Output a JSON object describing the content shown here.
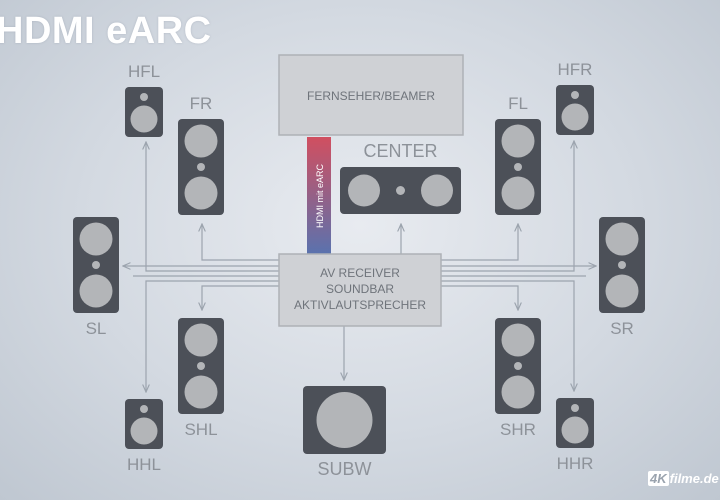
{
  "title": "HDMI eARC",
  "colors": {
    "speaker_fill": "#4c5058",
    "driver_fill": "#b3b5b8",
    "panel_fill": "#cfd1d5",
    "panel_stroke": "#aeb1b6",
    "label": "#8d9299",
    "line": "#9ca4ae",
    "cable_top": "#d14f60",
    "cable_bottom": "#5a72ae"
  },
  "tv": {
    "label": "FERNSEHER/BEAMER"
  },
  "cable": {
    "label": "HDMI mit eARC"
  },
  "receiver": {
    "lines": [
      "AV RECEIVER",
      "SOUNDBAR",
      "AKTIVLAUTSPRECHER"
    ]
  },
  "speakers": [
    {
      "id": "hfl",
      "label": "HFL",
      "type": "small",
      "label_pos": "above"
    },
    {
      "id": "fr",
      "label": "FR",
      "type": "tall",
      "label_pos": "above"
    },
    {
      "id": "center",
      "label": "CENTER",
      "type": "center",
      "label_pos": "above"
    },
    {
      "id": "fl",
      "label": "FL",
      "type": "tall",
      "label_pos": "above"
    },
    {
      "id": "hfr",
      "label": "HFR",
      "type": "small",
      "label_pos": "above"
    },
    {
      "id": "sl",
      "label": "SL",
      "type": "side",
      "label_pos": "below"
    },
    {
      "id": "sr",
      "label": "SR",
      "type": "side",
      "label_pos": "below"
    },
    {
      "id": "shl",
      "label": "SHL",
      "type": "tall",
      "label_pos": "below"
    },
    {
      "id": "shr",
      "label": "SHR",
      "type": "tall",
      "label_pos": "below"
    },
    {
      "id": "hhl",
      "label": "HHL",
      "type": "small",
      "label_pos": "below"
    },
    {
      "id": "hhr",
      "label": "HHR",
      "type": "small",
      "label_pos": "below"
    },
    {
      "id": "subw",
      "label": "SUBW",
      "type": "sub",
      "label_pos": "below"
    }
  ],
  "watermark": {
    "badge": "4K",
    "text": "filme.de"
  }
}
